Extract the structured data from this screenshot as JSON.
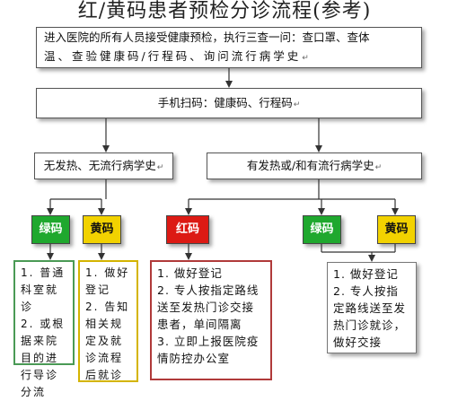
{
  "title": "红/黄码患者预检分诊流程(参考)",
  "top_box": {
    "line1": "进入医院的所有人员接受健康预检，执行三查一问：查口罩、查体",
    "line2": "温、查验健康码/行程码、询问流行病学史"
  },
  "scan_box": {
    "text": "手机扫码：健康码、行程码"
  },
  "left_branch": {
    "text": "无发热、无流行病学史"
  },
  "right_branch": {
    "text": "有发热或/和有流行病学史"
  },
  "tags": {
    "green_left": "绿码",
    "yellow_left": "黄码",
    "red_center": "红码",
    "green_right": "绿码",
    "yellow_right": "黄码"
  },
  "instructions": {
    "green_left": [
      "1. 普通科室就诊",
      "2. 或根据来院目的进行导诊分流"
    ],
    "yellow_left": [
      "1. 做好登记",
      "2. 告知相关规定及就诊流程后就诊"
    ],
    "red_center": [
      "1. 做好登记",
      "2. 专人按指定路线送至发热门诊交接患者，单间隔离",
      "3. 立即上报医院疫情防控办公室"
    ],
    "right_combined": [
      "1. 做好登记",
      "2. 专人按指定路线送至发热门诊就诊，做好交接"
    ]
  },
  "return_marker": "↵",
  "colors": {
    "green": "#1fa82e",
    "yellow": "#f2d200",
    "red": "#dc1a14",
    "green_outline": "#4a9a55",
    "yellow_outline": "#d4b400",
    "red_outline": "#b03a3a",
    "arrow": "#333333"
  }
}
